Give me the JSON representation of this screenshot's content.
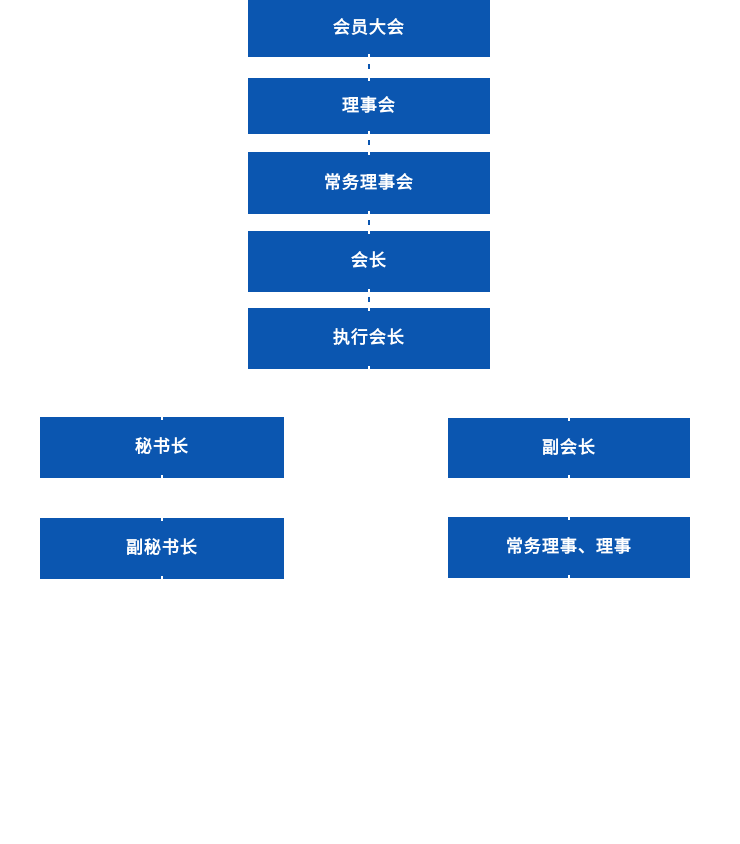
{
  "org_chart": {
    "main_chain": [
      {
        "label": "会员大会"
      },
      {
        "label": "理事会"
      },
      {
        "label": "常务理事会"
      },
      {
        "label": "会长"
      },
      {
        "label": "执行会长"
      }
    ],
    "left_branch": [
      {
        "label": "秘书长"
      },
      {
        "label": "副秘书长"
      }
    ],
    "right_branch": [
      {
        "label": "副会长"
      },
      {
        "label": "常务理事、理事"
      }
    ]
  },
  "colors": {
    "node-bg": "#0B56B0",
    "node-text": "#FFFFFF"
  }
}
